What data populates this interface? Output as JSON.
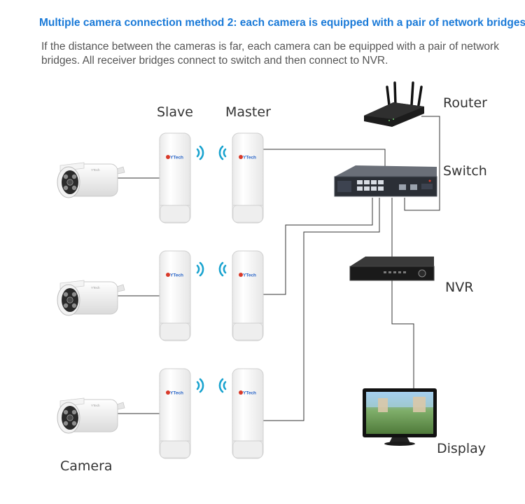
{
  "header": {
    "title": "Multiple camera connection method 2: each camera is equipped with a pair of network bridges",
    "description": "If the distance between the cameras is far, each camera can be equipped with a pair of network bridges. All receiver bridges connect to switch and then connect to NVR."
  },
  "labels": {
    "slave": "Slave",
    "master": "Master",
    "router": "Router",
    "switch": "Switch",
    "nvr": "NVR",
    "display": "Display",
    "camera": "Camera"
  },
  "bridge_logo": "YTech",
  "colors": {
    "title": "#1a7ad8",
    "wifi": "#19a3cf",
    "line": "#333333",
    "logo": "#2a66c8"
  },
  "icons": [
    "camera-icon",
    "bridge-icon",
    "wifi-signal-icon",
    "router-icon",
    "switch-icon",
    "nvr-icon",
    "monitor-icon"
  ]
}
